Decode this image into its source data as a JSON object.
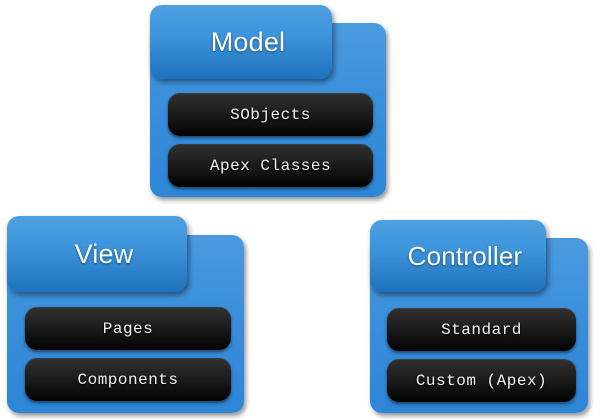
{
  "diagram": {
    "background_color": "#ffffff",
    "accent_color": "#3a8fdb",
    "tab_gradient_top": "#4ea0e0",
    "tab_gradient_bottom": "#1e6fb8",
    "item_color": "#141414",
    "title_text_color": "#ffffff",
    "item_text_color": "#f2f2f2",
    "panels": [
      {
        "id": "model",
        "title": "Model",
        "items": [
          {
            "label": "SObjects"
          },
          {
            "label": "Apex Classes"
          }
        ]
      },
      {
        "id": "view",
        "title": "View",
        "items": [
          {
            "label": "Pages"
          },
          {
            "label": "Components"
          }
        ]
      },
      {
        "id": "controller",
        "title": "Controller",
        "items": [
          {
            "label": "Standard"
          },
          {
            "label": "Custom (Apex)"
          }
        ]
      }
    ]
  }
}
